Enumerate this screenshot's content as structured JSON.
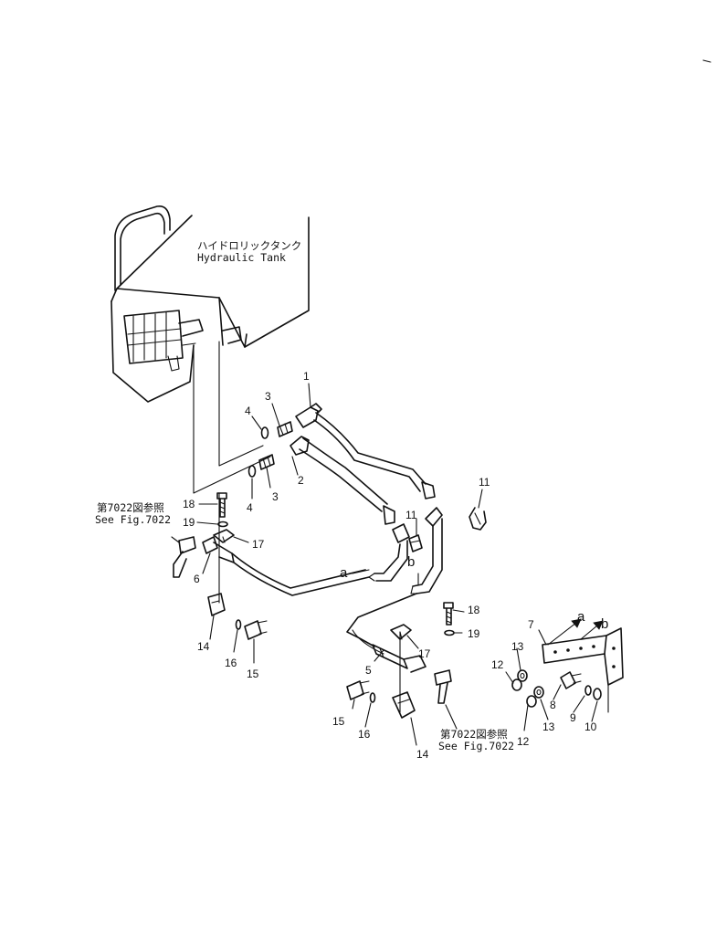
{
  "tank_label": {
    "jp": "ハイドロリックタンク",
    "en": "Hydraulic Tank"
  },
  "refs": {
    "left_jp": "第7022図参照",
    "left_en": "See Fig.7022",
    "right_jp": "第7022図参照",
    "right_en": "See Fig.7022"
  },
  "letters": {
    "a1": "a",
    "b1": "b",
    "a2": "a",
    "b2": "b"
  },
  "parts": {
    "p1": "1",
    "p2": "2",
    "p3a": "3",
    "p3b": "3",
    "p4a": "4",
    "p4b": "4",
    "p5": "5",
    "p6": "6",
    "p7": "7",
    "p8": "8",
    "p9": "9",
    "p10": "10",
    "p11a": "11",
    "p11b": "11",
    "p12a": "12",
    "p12b": "12",
    "p13a": "13",
    "p13b": "13",
    "p14a": "14",
    "p14b": "14",
    "p15a": "15",
    "p15b": "15",
    "p16a": "16",
    "p16b": "16",
    "p17a": "17",
    "p17b": "17",
    "p18a": "18",
    "p18b": "18",
    "p19a": "19",
    "p19b": "19"
  },
  "colors": {
    "ink": "#111111",
    "paper": "#ffffff"
  }
}
